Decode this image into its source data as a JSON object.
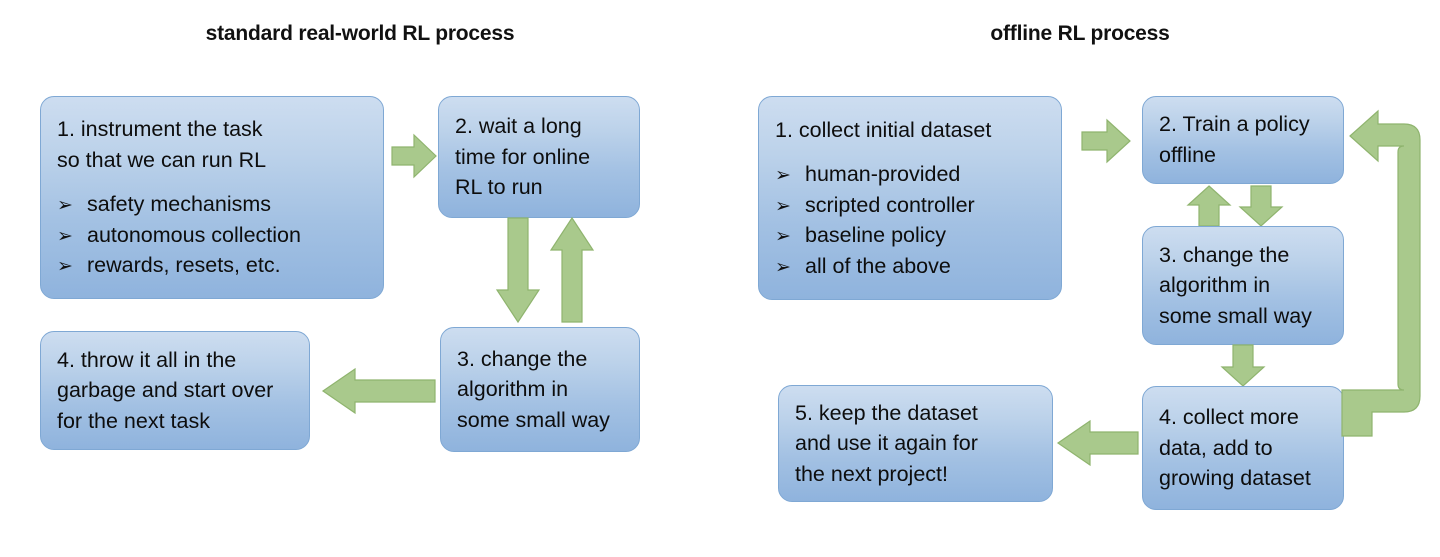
{
  "meta": {
    "accent_blue": "#8fb3dd",
    "box_border": "#7fa8d4",
    "arrow_green": "#a9c98c",
    "arrow_green_border": "#8fb46e",
    "text_color": "#0d0d0d"
  },
  "left_column": {
    "title": "standard real-world RL process",
    "boxes": [
      {
        "id": "box-1",
        "head": "1. instrument the task\nso that we can run RL",
        "bullets": [
          "safety mechanisms",
          "autonomous collection",
          "rewards, resets, etc."
        ]
      },
      {
        "id": "box-2",
        "head": "2. wait a long\ntime for online\nRL to run",
        "bullets": []
      },
      {
        "id": "box-3",
        "head": "3. change the\nalgorithm in\nsome small way",
        "bullets": []
      },
      {
        "id": "box-4",
        "head": "4. throw it all in the\ngarbage and start over\nfor the next task",
        "bullets": []
      }
    ],
    "arrows": [
      {
        "id": "arrow-1-to-2",
        "direction": "right"
      },
      {
        "id": "arrow-2-to-3",
        "direction": "down"
      },
      {
        "id": "arrow-3-to-2",
        "direction": "up"
      },
      {
        "id": "arrow-3-to-4",
        "direction": "left"
      }
    ]
  },
  "right_column": {
    "title": "offline RL process",
    "boxes": [
      {
        "id": "box-1",
        "head": "1. collect initial dataset",
        "bullets": [
          "human-provided",
          "scripted controller",
          "baseline policy",
          "all of the above"
        ]
      },
      {
        "id": "box-2",
        "head": "2. Train a policy\noffline",
        "bullets": []
      },
      {
        "id": "box-3",
        "head": "3. change the\nalgorithm in\nsome small way",
        "bullets": []
      },
      {
        "id": "box-4",
        "head": "4. collect more\ndata, add to\ngrowing dataset",
        "bullets": []
      },
      {
        "id": "box-5",
        "head": "5. keep the dataset\nand use it again for\nthe next project!",
        "bullets": []
      }
    ],
    "arrows": [
      {
        "id": "arrow-1-to-2",
        "direction": "right"
      },
      {
        "id": "arrow-2-to-3",
        "direction": "down"
      },
      {
        "id": "arrow-3-to-2",
        "direction": "up"
      },
      {
        "id": "arrow-3-to-4",
        "direction": "down"
      },
      {
        "id": "arrow-4-to-5",
        "direction": "left"
      },
      {
        "id": "arrow-4-to-2-loop",
        "direction": "u-turn-left"
      }
    ]
  },
  "bullet_glyph": "➢"
}
